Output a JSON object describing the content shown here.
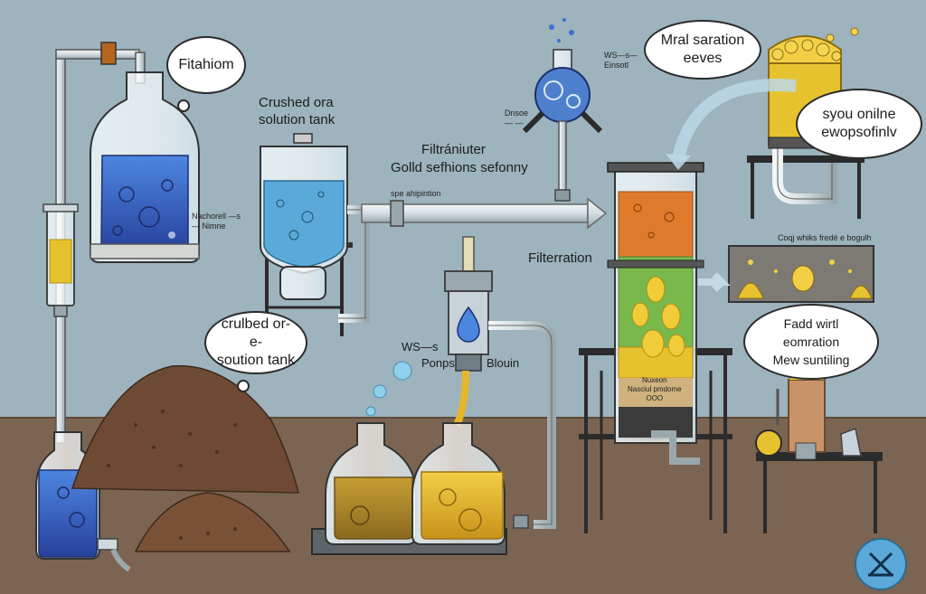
{
  "bubbles": {
    "filtration_top": "Fitahiom",
    "metal_separation": "Mral saration\neeves",
    "online_process": "syou onilne\newopsofinlv",
    "crushed_ore": "crulbed or-e-\nsoution tank",
    "field_evaporation": "Fadd wirtl eomration\nMew suntiling"
  },
  "labels": {
    "crushed_tank": "Crushed ora\nsolution tank",
    "filter_title": "Filtrániuter",
    "gold_solutions": "Golld sefhions sefonny",
    "filtration": "Filterration",
    "pumps": "Ponps",
    "blown": "Blouin",
    "ws": "WS—s",
    "pipe_label": "spe ahipintion",
    "chemical": "Nachorell —s\n— Nimne",
    "dosing": "Dnsoe\n— —",
    "ws_top": "WS—s—\nEinsotl",
    "gold_nuggets": "Coqj whiks fredé e bogulh",
    "column_tag": "Nuxeon\nNasciul pmdome\nOOO"
  },
  "colors": {
    "sky": "#9db3bd",
    "ground": "#7b6552",
    "blue_liquid": "#3c6fd1",
    "cyan_liquid": "#5aa9d8",
    "gold_liquid": "#e6b62a",
    "orange_liquid": "#e07a2b",
    "green_liquid": "#79b84a",
    "ore": "#6e4a34"
  },
  "icons": {
    "corner_logo": "scissors-logo-icon"
  }
}
